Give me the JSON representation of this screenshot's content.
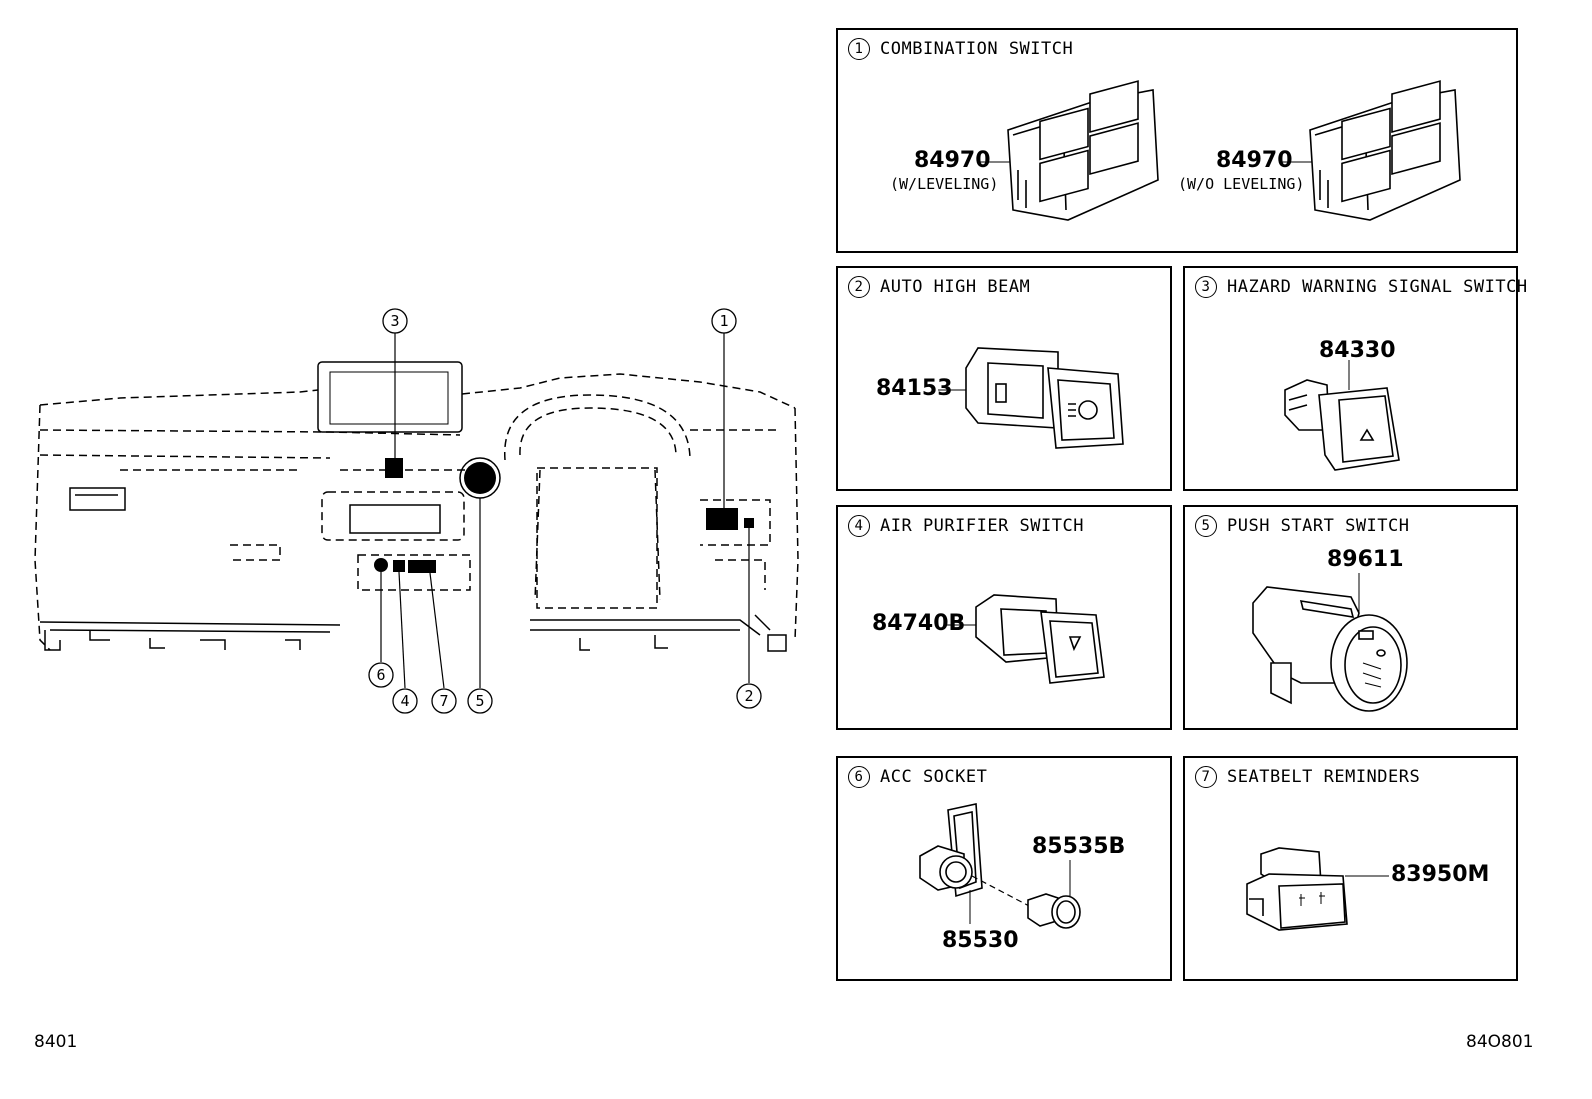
{
  "callouts": {
    "c1": "1",
    "c2": "2",
    "c3": "3",
    "c4": "4",
    "c5": "5",
    "c6": "6",
    "c7": "7"
  },
  "panels": {
    "combination_switch": {
      "num": "1",
      "title": "COMBINATION SWITCH",
      "parts": [
        {
          "number": "84970",
          "note": "(W/LEVELING)"
        },
        {
          "number": "84970",
          "note": "(W/O LEVELING)"
        }
      ]
    },
    "auto_high_beam": {
      "num": "2",
      "title": "AUTO HIGH BEAM",
      "part": "84153"
    },
    "hazard_switch": {
      "num": "3",
      "title": "HAZARD WARNING SIGNAL SWITCH",
      "part": "84330"
    },
    "air_purifier": {
      "num": "4",
      "title": "AIR PURIFIER SWITCH",
      "part": "84740B"
    },
    "push_start": {
      "num": "5",
      "title": "PUSH START SWITCH",
      "part": "89611"
    },
    "acc_socket": {
      "num": "6",
      "title": "ACC SOCKET",
      "parts": [
        "85535B",
        "85530"
      ]
    },
    "seatbelt": {
      "num": "7",
      "title": "SEATBELT REMINDERS",
      "part": "83950M"
    }
  },
  "footer": {
    "left_code": "8401",
    "right_code": "84O801"
  }
}
